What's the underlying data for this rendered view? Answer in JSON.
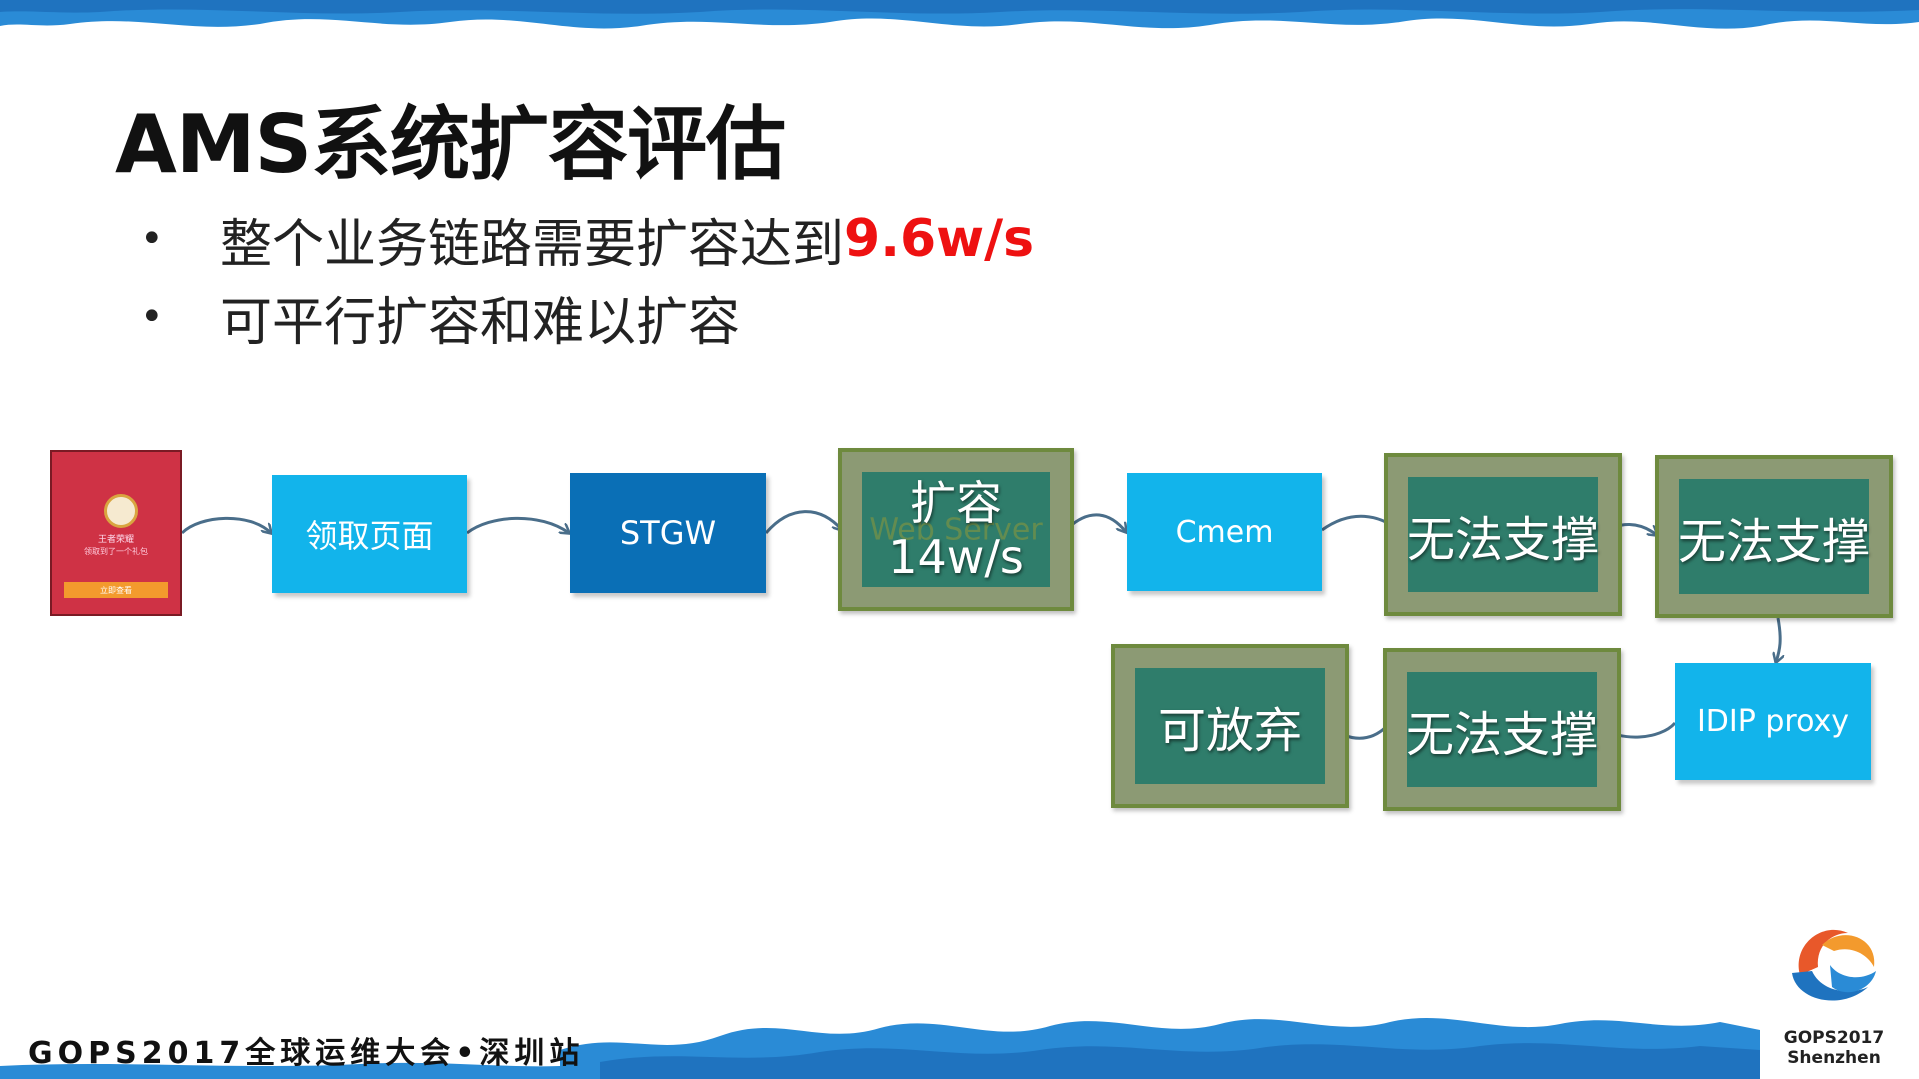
{
  "slide": {
    "title": "AMS系统扩容评估",
    "bullets": [
      {
        "marker": "•",
        "text": "整个业务链路需要扩容达到",
        "highlight": "9.6w/s"
      },
      {
        "marker": "•",
        "text": "可平行扩容和难以扩容",
        "highlight": ""
      }
    ],
    "highlight_color": "#ee1111"
  },
  "diagram": {
    "phone": {
      "line1": "王者荣耀",
      "line2": "领取到了一个礼包",
      "button": "立即查看"
    },
    "nodes": {
      "receive_page": "领取页面",
      "stgw": "STGW",
      "web_server_ghost": "Web Server",
      "web_server_line1": "扩容",
      "web_server_line2": "14w/s",
      "cmem": "Cmem",
      "unsupported_1": "无法支撑",
      "unsupported_2": "无法支撑",
      "idip_proxy": "IDIP proxy",
      "unsupported_3": "无法支撑",
      "abandonable": "可放弃"
    },
    "colors": {
      "cyan_node": "#12b4eb",
      "blue_node": "#0a6fb6",
      "green_node": "#2f7d6b",
      "green_frame": "#8c9a74",
      "arrow": "#4a6e8a"
    }
  },
  "footer": {
    "conference": "GOPS2017全球运维大会•深圳站",
    "logo_line1": "GOPS2017",
    "logo_line2": "Shenzhen"
  }
}
